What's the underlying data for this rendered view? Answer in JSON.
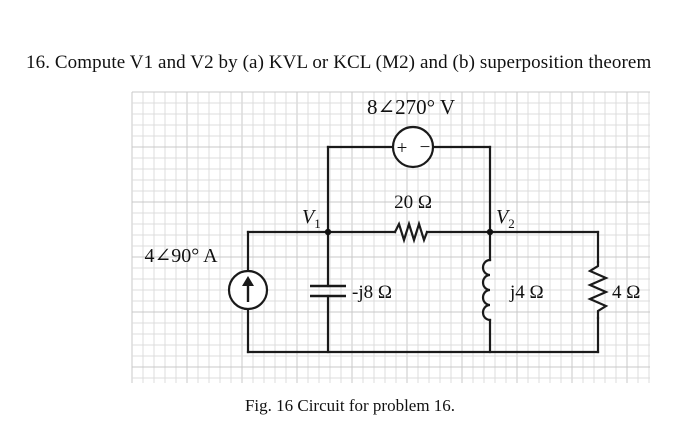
{
  "problem": {
    "text": "16. Compute V1 and V2 by (a) KVL or KCL (M2) and (b) superposition theorem"
  },
  "circuit": {
    "voltage_source": {
      "value": "8∠270° V",
      "plus": "+",
      "minus": "−"
    },
    "current_source": {
      "value": "4∠90° A"
    },
    "resistor_top": {
      "value": "20 Ω"
    },
    "capacitor": {
      "value": "-j8 Ω"
    },
    "inductor": {
      "value": "j4 Ω"
    },
    "resistor_right": {
      "value": "4 Ω"
    },
    "node_v1": {
      "main": "V",
      "sub": "1"
    },
    "node_v2": {
      "main": "V",
      "sub": "2"
    }
  },
  "caption": {
    "text": "Fig. 16 Circuit for problem 16."
  }
}
